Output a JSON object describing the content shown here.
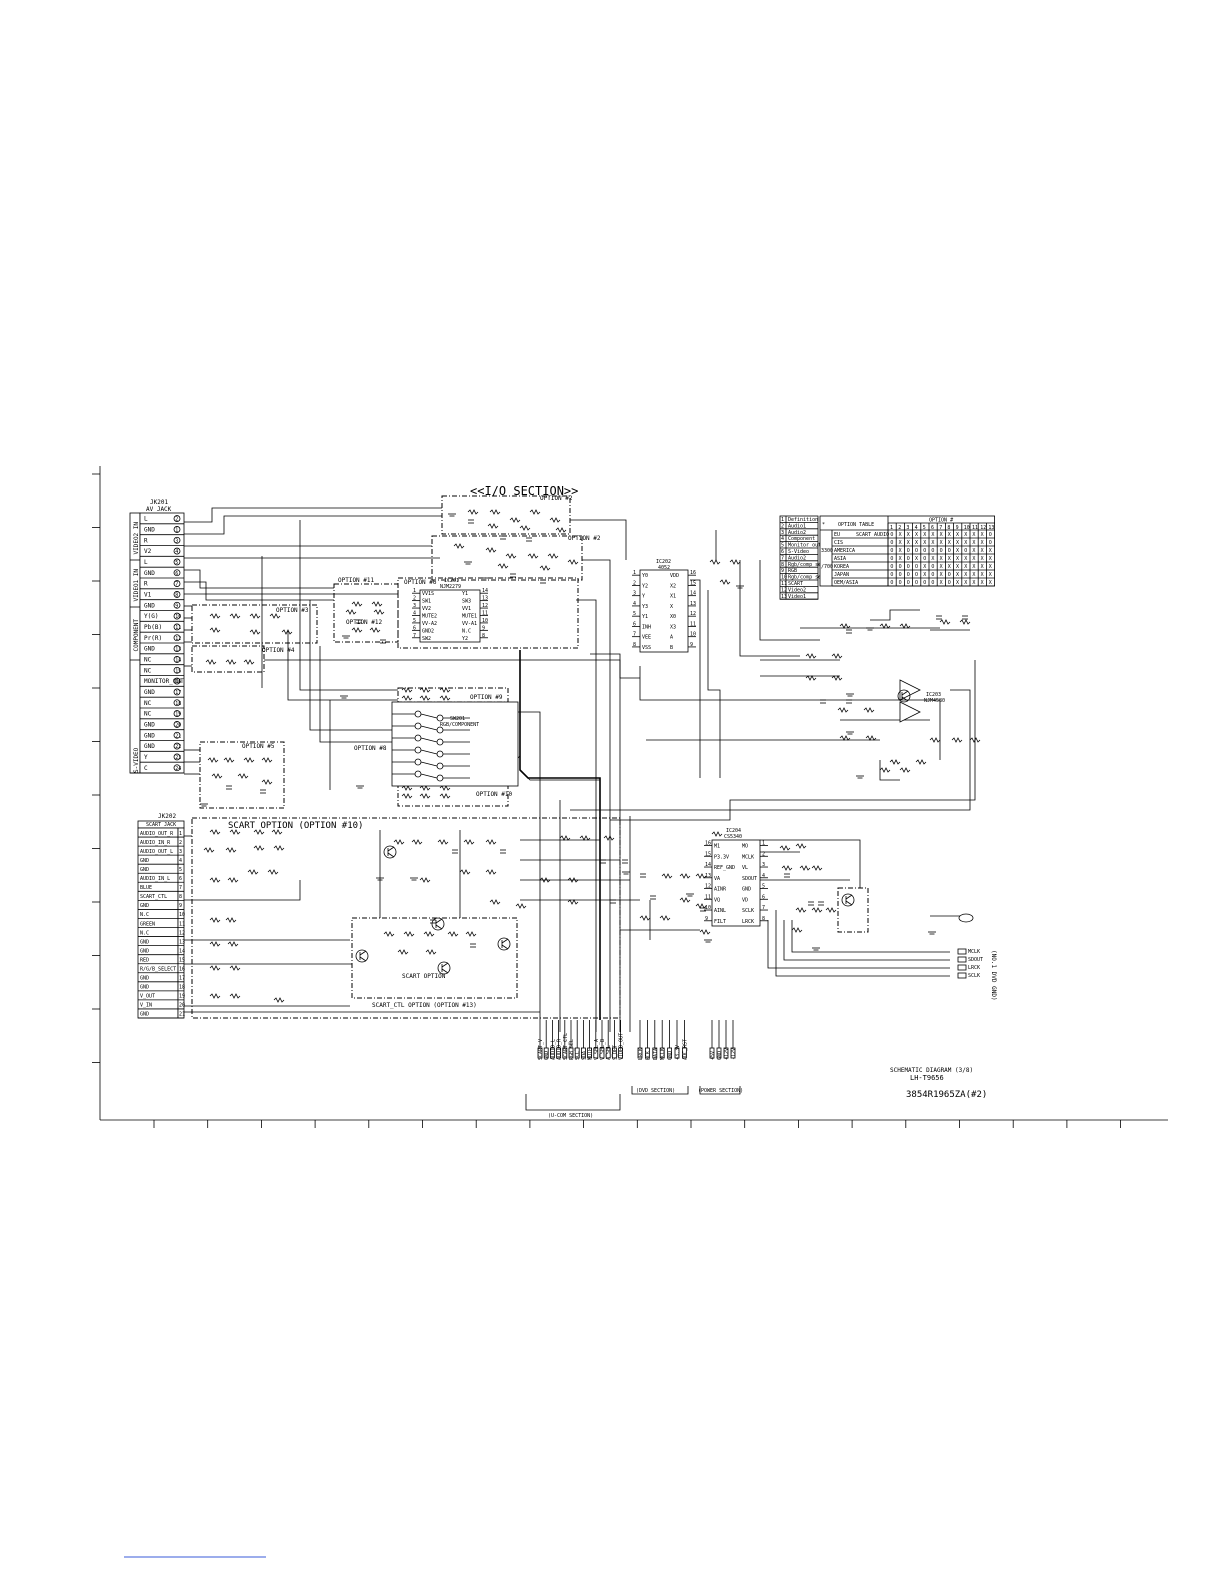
{
  "section_title": "<<I/O SECTION>>",
  "av_jack": {
    "ref": "JK201",
    "name": "AV JACK",
    "groups": [
      "VIDEO2 IN",
      "VIDEO1 IN",
      "COMPONENT",
      "S-VIDEO"
    ],
    "pins": [
      {
        "label": "L",
        "num": "2"
      },
      {
        "label": "GND",
        "num": "1"
      },
      {
        "label": "R",
        "num": "3"
      },
      {
        "label": "V2",
        "num": "4"
      },
      {
        "label": "L",
        "num": "5"
      },
      {
        "label": "GND",
        "num": "6"
      },
      {
        "label": "R",
        "num": "7"
      },
      {
        "label": "V1",
        "num": "8"
      },
      {
        "label": "GND",
        "num": "9"
      },
      {
        "label": "Y(G)",
        "num": "10"
      },
      {
        "label": "Pb(B)",
        "num": "11"
      },
      {
        "label": "Pr(R)",
        "num": "12"
      },
      {
        "label": "GND",
        "num": "13"
      },
      {
        "label": "NC",
        "num": "14"
      },
      {
        "label": "NC",
        "num": "15"
      },
      {
        "label": "MONITOR_OUT",
        "num": "16"
      },
      {
        "label": "GND",
        "num": "17"
      },
      {
        "label": "NC",
        "num": "18"
      },
      {
        "label": "NC",
        "num": "19"
      },
      {
        "label": "GND",
        "num": "20"
      },
      {
        "label": "GND",
        "num": "21"
      },
      {
        "label": "GND",
        "num": "22"
      },
      {
        "label": "Y",
        "num": "23"
      },
      {
        "label": "C",
        "num": "24"
      }
    ]
  },
  "scart_jack": {
    "ref": "JK202",
    "name": "SCART JACK",
    "pins": [
      {
        "label": "AUDIO_OUT_R",
        "num": "1"
      },
      {
        "label": "AUDIO_IN_R",
        "num": "2"
      },
      {
        "label": "AUDIO_OUT_L",
        "num": "3"
      },
      {
        "label": "GND",
        "num": "4"
      },
      {
        "label": "GND",
        "num": "5"
      },
      {
        "label": "AUDIO_IN_L",
        "num": "6"
      },
      {
        "label": "BLUE",
        "num": "7"
      },
      {
        "label": "SCART_CTL",
        "num": "8"
      },
      {
        "label": "GND",
        "num": "9"
      },
      {
        "label": "N.C",
        "num": "10"
      },
      {
        "label": "GREEN",
        "num": "11"
      },
      {
        "label": "N.C",
        "num": "12"
      },
      {
        "label": "GND",
        "num": "13"
      },
      {
        "label": "GND",
        "num": "14"
      },
      {
        "label": "RED",
        "num": "15"
      },
      {
        "label": "R/G/B_SELECT",
        "num": "16"
      },
      {
        "label": "GND",
        "num": "17"
      },
      {
        "label": "GND",
        "num": "18"
      },
      {
        "label": "V_OUT",
        "num": "19"
      },
      {
        "label": "V_IN",
        "num": "20"
      },
      {
        "label": "GND",
        "num": "21"
      }
    ]
  },
  "options": {
    "o2": "OPTION #2",
    "o3": "OPTION #3",
    "o4": "OPTION #4",
    "o5": "OPTION #5",
    "o6": "OPTION #6",
    "o8": "OPTION #8",
    "o9": "OPTION #9",
    "o10": "OPTION #10",
    "o11": "OPTION #11",
    "o12": "OPTION #12",
    "scart": "SCART OPTION (OPTION #10)",
    "scart_ctl": "SCART_CTL OPTION (OPTION #13)",
    "scart_opt": "SCART OPTION"
  },
  "ics": {
    "ic201": {
      "ref": "IC201",
      "part": "NJM2279",
      "pins_left": [
        [
          "1",
          "VV1S"
        ],
        [
          "2",
          "SW1"
        ],
        [
          "3",
          "VV2"
        ],
        [
          "4",
          "MUTE2"
        ],
        [
          "5",
          "VV-A2"
        ],
        [
          "6",
          "GND2"
        ],
        [
          "7",
          "SW2"
        ]
      ],
      "pins_right": [
        [
          "14",
          "Y1"
        ],
        [
          "13",
          "SW3"
        ],
        [
          "12",
          "VV1"
        ],
        [
          "11",
          "MUTE1"
        ],
        [
          "10",
          "VV-A1"
        ],
        [
          "9",
          "N.C"
        ],
        [
          "8",
          "Y2"
        ]
      ]
    },
    "ic202": {
      "ref": "IC202",
      "part": "4052",
      "pins_left": [
        [
          "1",
          "Y0"
        ],
        [
          "2",
          "Y2"
        ],
        [
          "3",
          "Y"
        ],
        [
          "4",
          "Y3"
        ],
        [
          "5",
          "Y1"
        ],
        [
          "6",
          "INH"
        ],
        [
          "7",
          "VEE"
        ],
        [
          "8",
          "VSS"
        ]
      ],
      "pins_right": [
        [
          "16",
          "VDD"
        ],
        [
          "15",
          "X2"
        ],
        [
          "14",
          "X1"
        ],
        [
          "13",
          "X"
        ],
        [
          "12",
          "X0"
        ],
        [
          "11",
          "X3"
        ],
        [
          "10",
          "A"
        ],
        [
          "9",
          "B"
        ]
      ]
    },
    "ic203": {
      "ref": "IC203",
      "part": "NJM4580"
    },
    "ic204": {
      "ref": "IC204",
      "part": "CS5340",
      "pins_left": [
        [
          "16",
          "M1"
        ],
        [
          "15",
          "P3.3V"
        ],
        [
          "14",
          "REF_GND"
        ],
        [
          "13",
          "VA"
        ],
        [
          "12",
          "AINR"
        ],
        [
          "11",
          "VQ"
        ],
        [
          "10",
          "AINL"
        ],
        [
          "9",
          "FILT"
        ]
      ],
      "pins_right": [
        [
          "1",
          "MO"
        ],
        [
          "2",
          "MCLK"
        ],
        [
          "3",
          "VL"
        ],
        [
          "4",
          "SDOUT"
        ],
        [
          "5",
          "GND"
        ],
        [
          "6",
          "VD"
        ],
        [
          "7",
          "SCLK"
        ],
        [
          "8",
          "LRCK"
        ]
      ]
    },
    "sw201": {
      "ref": "SW201",
      "part": "RGB/COMPONENT"
    }
  },
  "table": {
    "title": "OPTION TABLE",
    "group_header": "OPTION #",
    "col_nums": [
      "1",
      "2",
      "3",
      "4",
      "5",
      "6",
      "7",
      "8",
      "9",
      "10",
      "11",
      "12",
      "13"
    ],
    "legend": [
      {
        "n": "1",
        "t": "Definition"
      },
      {
        "n": "2",
        "t": "Audio1"
      },
      {
        "n": "3",
        "t": "Audio2"
      },
      {
        "n": "4",
        "t": "Component"
      },
      {
        "n": "5",
        "t": "Monitor_out"
      },
      {
        "n": "6",
        "t": "S-Video"
      },
      {
        "n": "7",
        "t": "Audio2"
      },
      {
        "n": "8",
        "t": "Rgb/comp sel"
      },
      {
        "n": "9",
        "t": "RGB"
      },
      {
        "n": "10",
        "t": "Rgb/comp sel"
      },
      {
        "n": "11",
        "t": "SCART"
      },
      {
        "n": "12",
        "t": "Video2"
      },
      {
        "n": "13",
        "t": "Video1"
      }
    ],
    "rows": [
      {
        "grp": "",
        "name": "EU",
        "desc": "SCART AUDIO",
        "vals": [
          "O",
          "X",
          "X",
          "X",
          "X",
          "X",
          "X",
          "X",
          "X",
          "X",
          "X",
          "X",
          "O"
        ]
      },
      {
        "grp": "",
        "name": "CIS",
        "desc": "",
        "vals": [
          "O",
          "X",
          "X",
          "X",
          "X",
          "X",
          "X",
          "X",
          "X",
          "X",
          "X",
          "X",
          "O"
        ]
      },
      {
        "grp": "3300",
        "name": "AMERICA",
        "desc": "",
        "vals": [
          "O",
          "X",
          "O",
          "O",
          "O",
          "O",
          "O",
          "O",
          "X",
          "O",
          "X",
          "X",
          "X"
        ]
      },
      {
        "grp": "",
        "name": "ASIA",
        "desc": "",
        "vals": [
          "O",
          "X",
          "O",
          "X",
          "O",
          "X",
          "X",
          "X",
          "X",
          "X",
          "X",
          "X",
          "X"
        ]
      },
      {
        "grp": "/700",
        "name": "KOREA",
        "desc": "",
        "vals": [
          "O",
          "O",
          "O",
          "O",
          "X",
          "O",
          "X",
          "X",
          "X",
          "X",
          "X",
          "X",
          "X"
        ]
      },
      {
        "grp": "",
        "name": "JAPAN",
        "desc": "",
        "vals": [
          "O",
          "O",
          "O",
          "O",
          "X",
          "O",
          "X",
          "O",
          "X",
          "X",
          "X",
          "X",
          "X"
        ]
      },
      {
        "grp": "",
        "name": "OEM/ASIA",
        "desc": "",
        "vals": [
          "O",
          "O",
          "O",
          "O",
          "O",
          "O",
          "X",
          "O",
          "X",
          "X",
          "X",
          "X",
          "X"
        ]
      }
    ]
  },
  "connectors": {
    "ucom": {
      "label": "(U-COM SECTION)",
      "pins": [
        "SCART_V",
        "GND",
        "AUDIO_L",
        "AUDIO_R",
        "SCART_CTL",
        "RGB_SEL",
        "SCL",
        "SDA",
        "MUTE",
        "V_SEL_A",
        "V_SEL_B",
        "A_SEL",
        "S_DET",
        "VIDEO_OUT"
      ]
    },
    "dvd": {
      "label": "(DVD SECTION)",
      "pins": [
        "LRCK",
        "BCK",
        "DATA",
        "MCLK",
        "GND",
        "+3.3V",
        "ADC_RST"
      ]
    },
    "power": {
      "label": "(POWER SECTION)",
      "pins": [
        "+5V",
        "GND",
        "+12V",
        "-12V"
      ]
    },
    "right_out": {
      "label": "(NO.1 DVD GND)",
      "pins": [
        "MCLK",
        "SDOUT",
        "LRCK",
        "SCLK"
      ]
    }
  },
  "footer": {
    "line1": "SCHEMATIC DIAGRAM (3/8)",
    "line2": "LH-T9656",
    "line3": "3854R1965ZA(#2)"
  }
}
